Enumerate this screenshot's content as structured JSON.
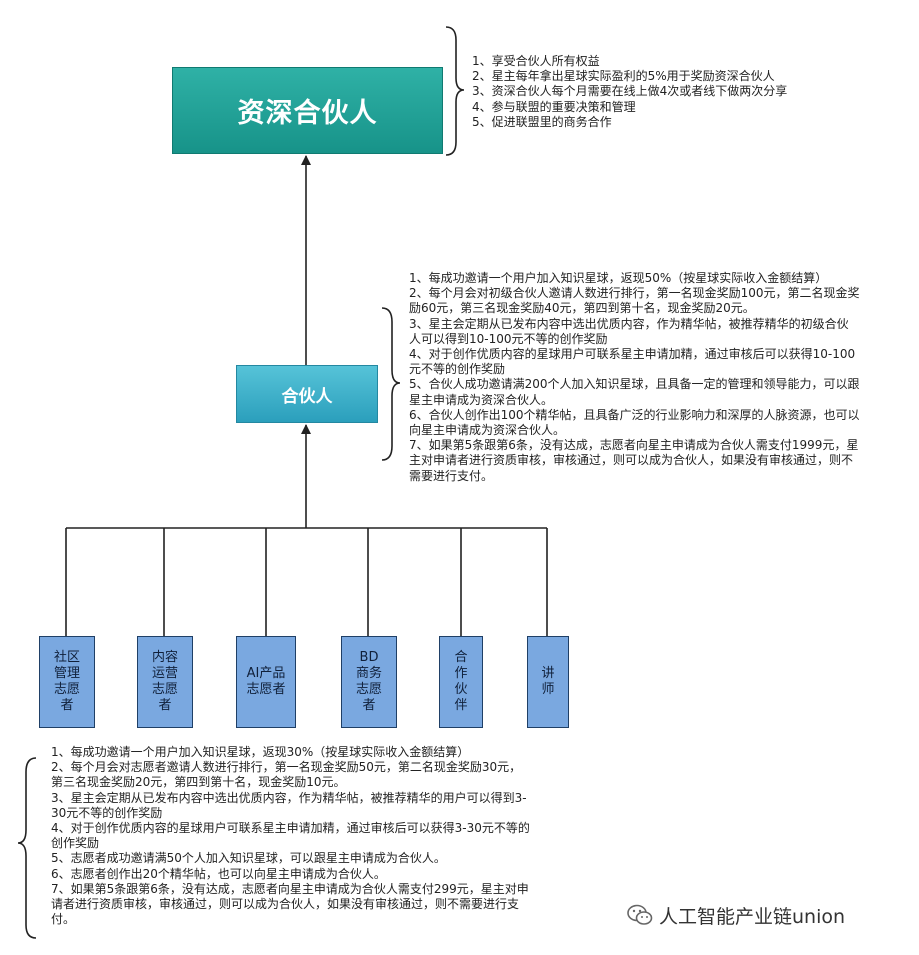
{
  "senior_partner": {
    "label": "资深合伙人"
  },
  "partner": {
    "label": "合伙人"
  },
  "volunteers": [
    {
      "label": "社区管理志愿者"
    },
    {
      "label": "内容运营志愿者"
    },
    {
      "label": "AI产品志愿者"
    },
    {
      "label": "BD商务志愿者"
    },
    {
      "label": "合作伙伴"
    },
    {
      "label": "讲师"
    }
  ],
  "senior_partner_benefits": [
    "1、享受合伙人所有权益",
    "2、星主每年拿出星球实际盈利的5%用于奖励资深合伙人",
    "3、资深合伙人每个月需要在线上做4次或者线下做两次分享",
    "4、参与联盟的重要决策和管理",
    "5、促进联盟里的商务合作"
  ],
  "partner_benefits": [
    "1、每成功邀请一个用户加入知识星球，返现50%（按星球实际收入金额结算）",
    "2、每个月会对初级合伙人邀请人数进行排行，第一名现金奖励100元，第二名现金奖",
    "励60元，第三名现金奖励40元，第四到第十名，现金奖励20元。",
    "3、星主会定期从已发布内容中选出优质内容，作为精华帖，被推荐精华的初级合伙",
    "人可以得到10-100元不等的创作奖励",
    "4、对于创作优质内容的星球用户可联系星主申请加精，通过审核后可以获得10-100",
    "元不等的创作奖励",
    "5、合伙人成功邀请满200个人加入知识星球，且具备一定的管理和领导能力，可以跟",
    "星主申请成为资深合伙人。",
    "6、合伙人创作出100个精华帖，且具备广泛的行业影响力和深厚的人脉资源，也可以",
    "向星主申请成为资深合伙人。",
    "7、如果第5条跟第6条，没有达成，志愿者向星主申请成为合伙人需支付1999元，星",
    "主对申请者进行资质审核，审核通过，则可以成为合伙人，如果没有审核通过，则不",
    "需要进行支付。"
  ],
  "volunteer_benefits": [
    "1、每成功邀请一个用户加入知识星球，返现30%（按星球实际收入金额结算）",
    "2、每个月会对志愿者邀请人数进行排行，第一名现金奖励50元，第二名现金奖励30元，",
    "第三名现金奖励20元，第四到第十名，现金奖励10元。",
    "3、星主会定期从已发布内容中选出优质内容，作为精华帖，被推荐精华的用户可以得到3-",
    "30元不等的创作奖励",
    "4、对于创作优质内容的星球用户可联系星主申请加精，通过审核后可以获得3-30元不等的",
    "创作奖励",
    "5、志愿者成功邀请满50个人加入知识星球，可以跟星主申请成为合伙人。",
    "6、志愿者创作出20个精华帖，也可以向星主申请成为合伙人。",
    "7、如果第5条跟第6条，没有达成，志愿者向星主申请成为合伙人需支付299元，星主对申",
    "请者进行资质审核，审核通过，则可以成为合伙人，如果没有审核通过，则不需要进行支",
    "付。"
  ],
  "watermark": {
    "text": "人工智能产业链union",
    "icon": "wechat-icon"
  }
}
